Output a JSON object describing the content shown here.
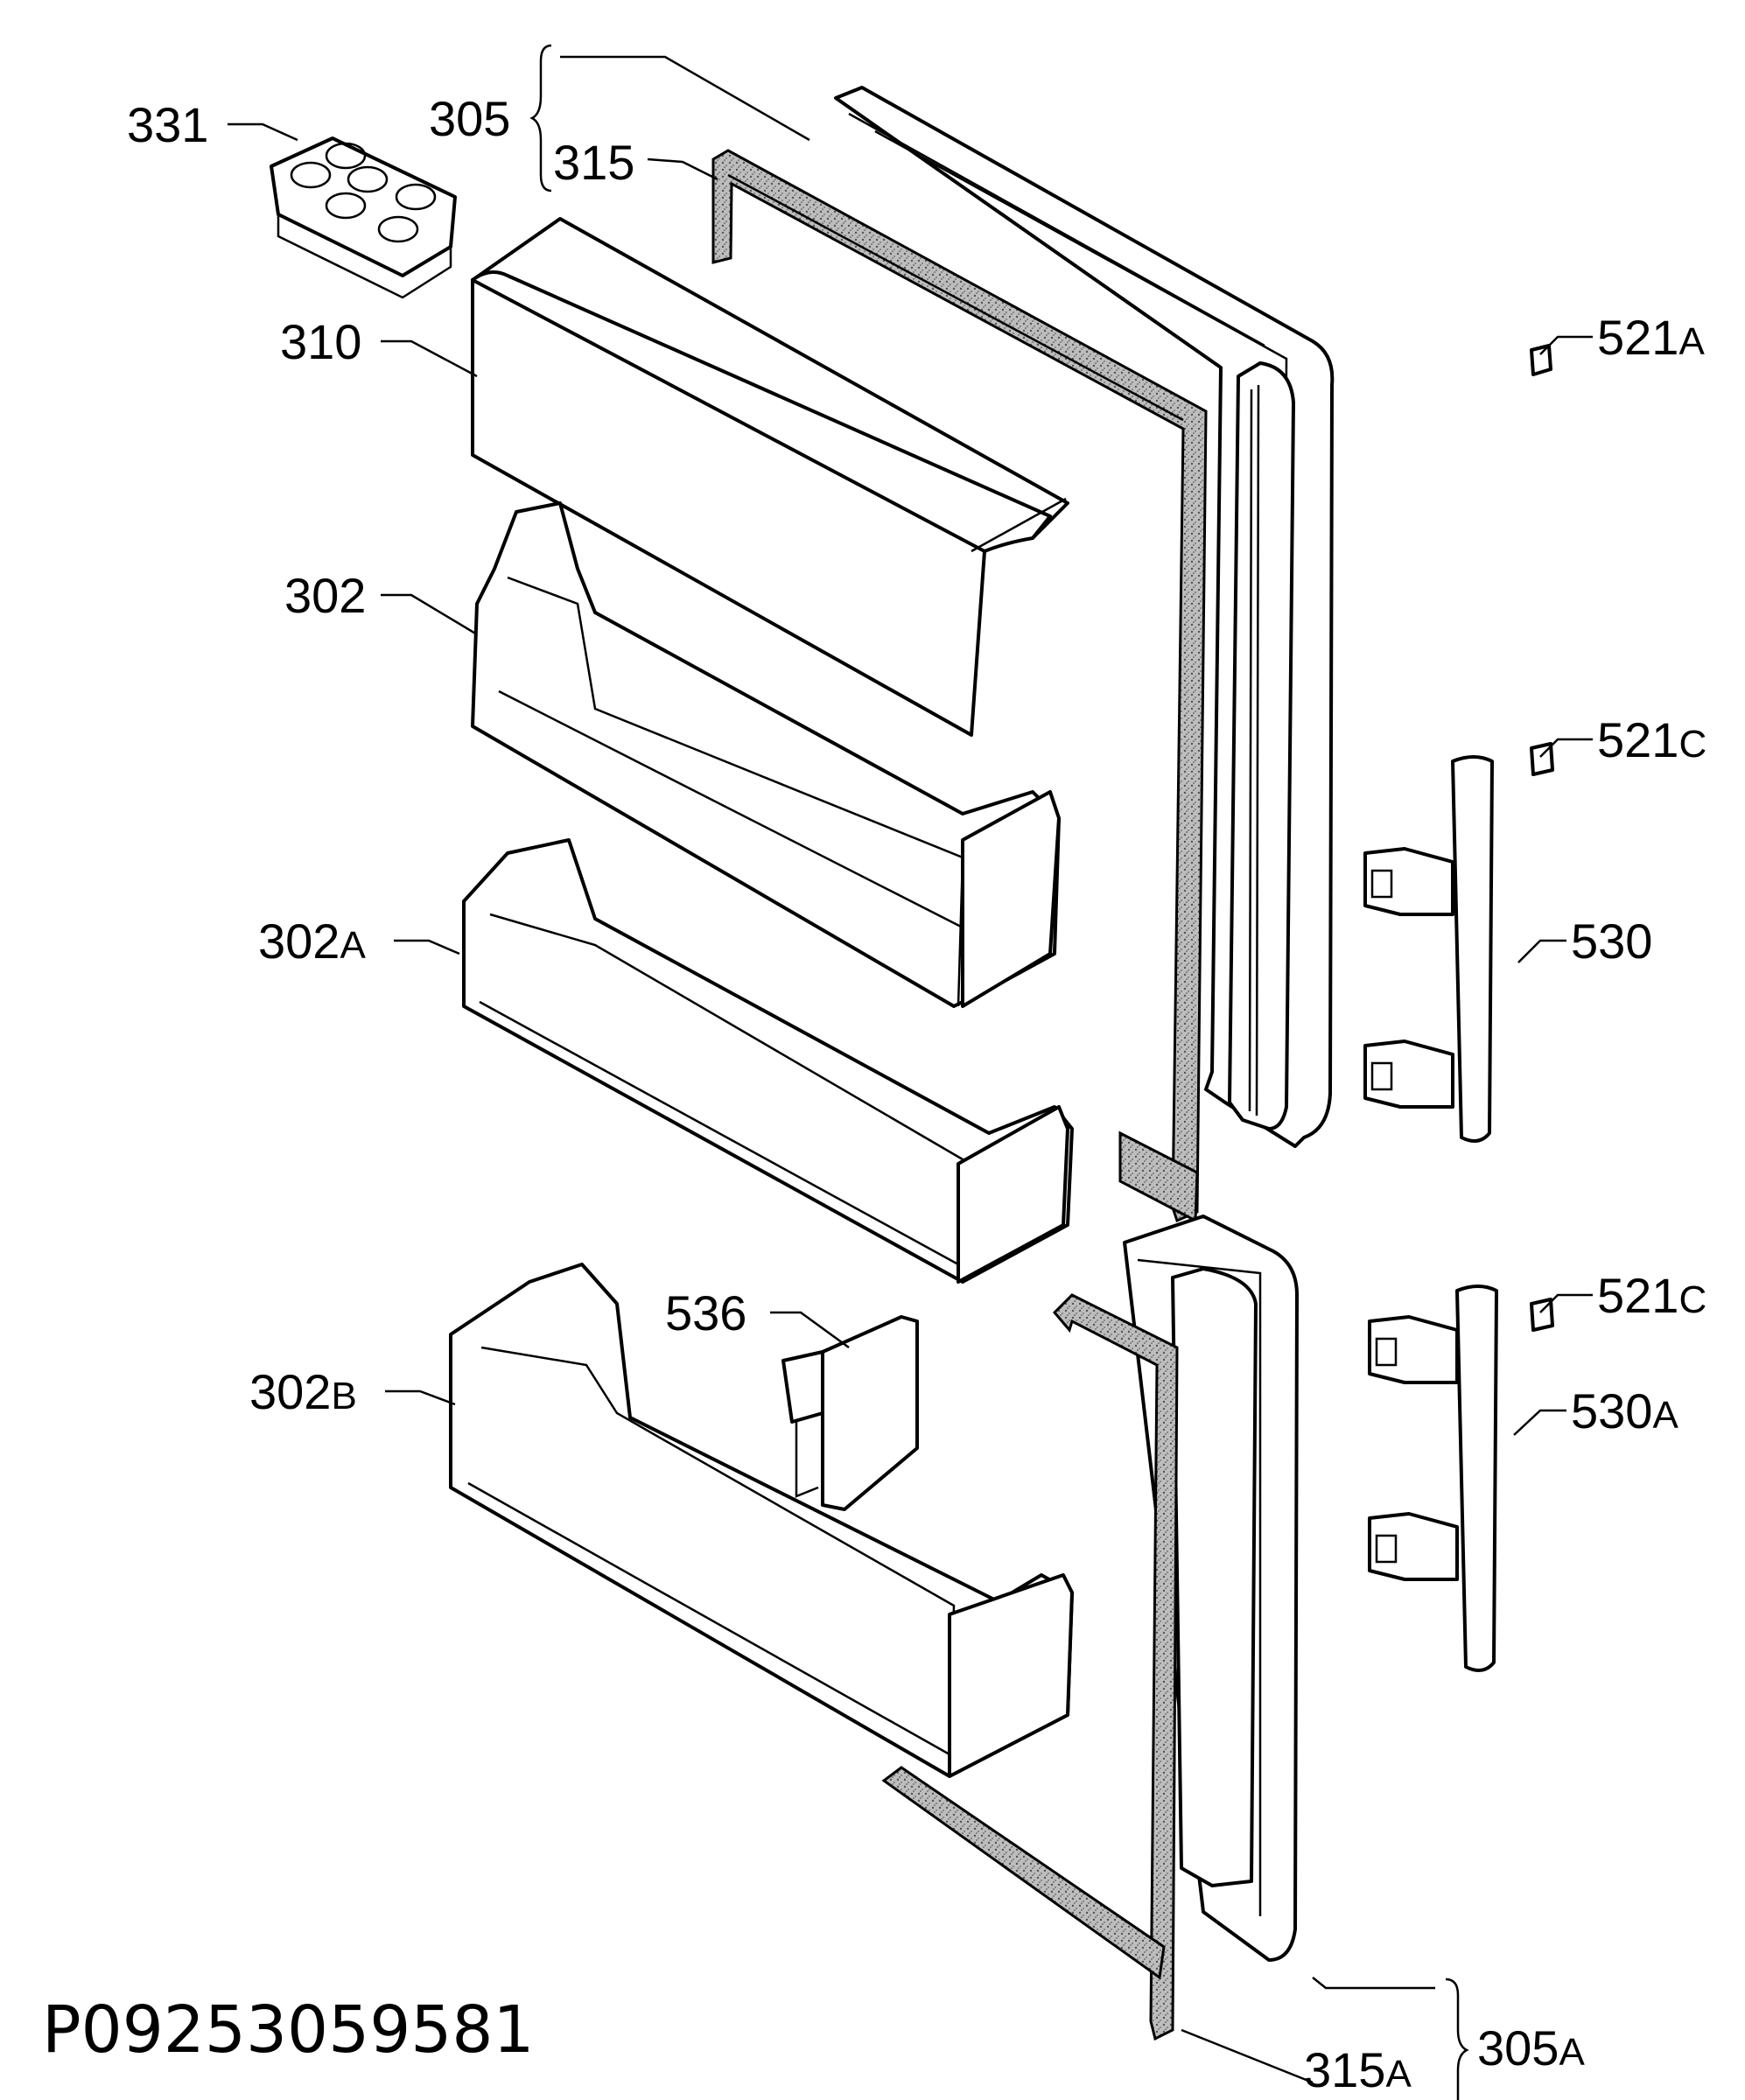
{
  "document_id": "P09253059581",
  "callouts": {
    "c331": "331",
    "c305": "305",
    "c315": "315",
    "c310": "310",
    "c302": "302",
    "c302a": "302",
    "c302a_suffix": "A",
    "c302b": "302",
    "c302b_suffix": "B",
    "c536": "536",
    "c521a": "521",
    "c521a_suffix": "A",
    "c521c_1": "521",
    "c521c_1_suffix": "C",
    "c521c_2": "521",
    "c521c_2_suffix": "C",
    "c530": "530",
    "c530a": "530",
    "c530a_suffix": "A",
    "c305a": "305",
    "c305a_suffix": "A",
    "c315a": "315",
    "c315a_suffix": "A"
  }
}
